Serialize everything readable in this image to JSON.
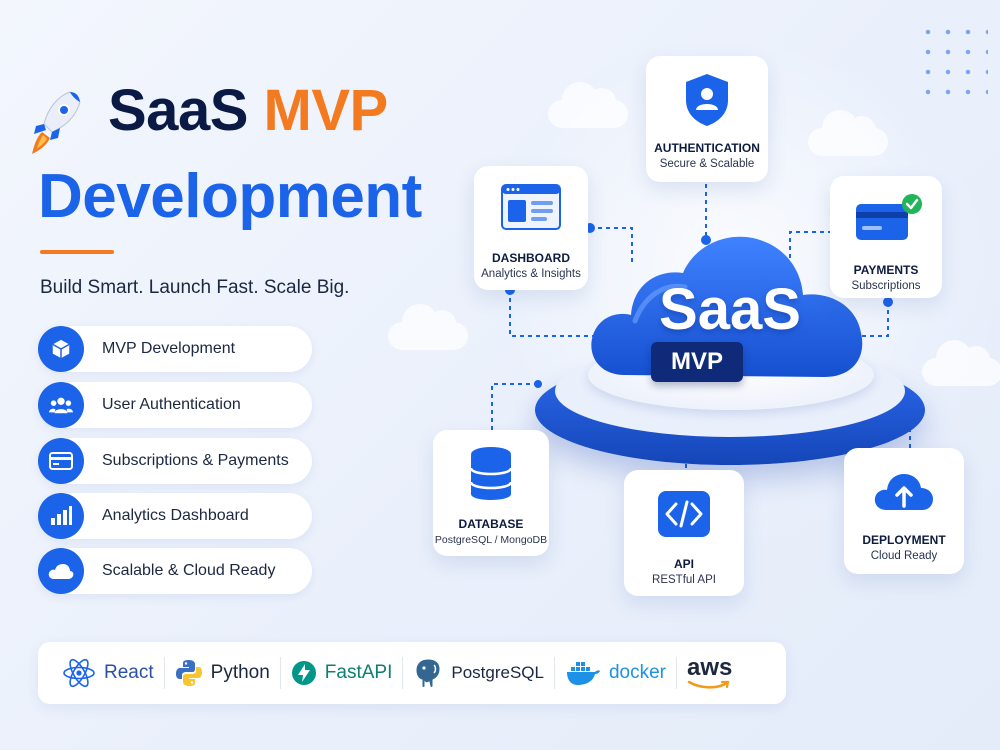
{
  "hero": {
    "title_word1": "SaaS",
    "title_word2": "MVP",
    "title_line2": "Development",
    "tagline": "Build Smart. Launch Fast. Scale Big."
  },
  "features": [
    {
      "label": "MVP Development",
      "icon": "box-icon"
    },
    {
      "label": "User Authentication",
      "icon": "users-icon"
    },
    {
      "label": "Subscriptions & Payments",
      "icon": "credit-card-icon"
    },
    {
      "label": "Analytics Dashboard",
      "icon": "bar-chart-icon"
    },
    {
      "label": "Scalable & Cloud Ready",
      "icon": "cloud-icon"
    }
  ],
  "center": {
    "cloud_text": "SaaS",
    "badge_text": "MVP"
  },
  "cards": {
    "authentication": {
      "title": "AUTHENTICATION",
      "subtitle": "Secure & Scalable"
    },
    "dashboard": {
      "title": "DASHBOARD",
      "subtitle": "Analytics & Insights"
    },
    "payments": {
      "title": "PAYMENTS",
      "subtitle": "Subscriptions"
    },
    "database": {
      "title": "DATABASE",
      "subtitle": "PostgreSQL / MongoDB"
    },
    "api": {
      "title": "API",
      "subtitle": "RESTful API"
    },
    "deployment": {
      "title": "DEPLOYMENT",
      "subtitle": "Cloud Ready"
    }
  },
  "tech_stack": {
    "react": "React",
    "python": "Python",
    "fastapi": "FastAPI",
    "postgresql": "PostgreSQL",
    "docker": "docker",
    "aws": "aws"
  },
  "colors": {
    "primary_blue": "#1b63e8",
    "accent_orange": "#f47a1f",
    "navy": "#0b1a45"
  }
}
